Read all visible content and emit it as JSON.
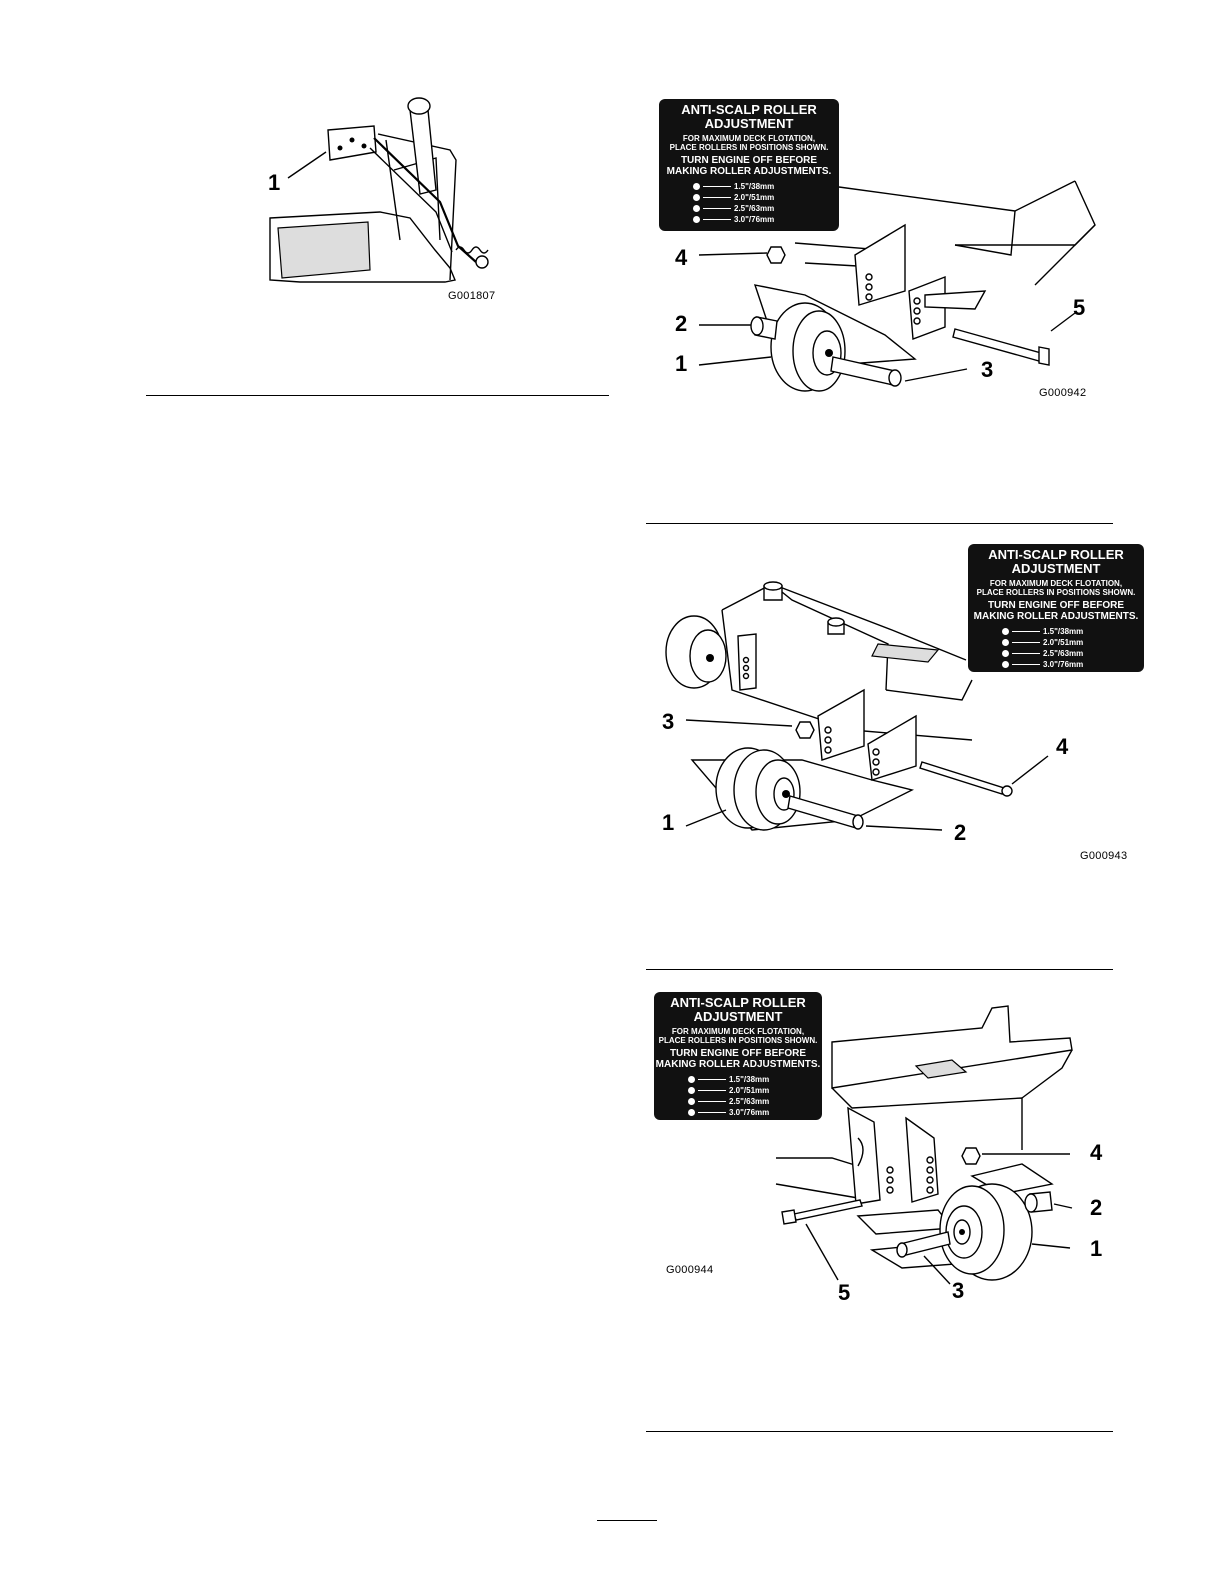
{
  "figures": [
    {
      "id": "G001807",
      "callouts": [
        "1"
      ]
    },
    {
      "id": "G000942",
      "callouts": [
        "1",
        "2",
        "3",
        "4",
        "5"
      ],
      "decal": {
        "title1": "ANTI-SCALP ROLLER",
        "title2": "ADJUSTMENT",
        "line1": "FOR MAXIMUM DECK FLOTATION,",
        "line2": "PLACE ROLLERS IN POSITIONS SHOWN.",
        "line3": "TURN ENGINE OFF BEFORE",
        "line4": "MAKING ROLLER ADJUSTMENTS.",
        "rows": [
          "1.5\"/38mm",
          "2.0\"/51mm",
          "2.5\"/63mm",
          "3.0\"/76mm"
        ]
      }
    },
    {
      "id": "G000943",
      "callouts": [
        "1",
        "2",
        "3",
        "4"
      ],
      "decal": {
        "title1": "ANTI-SCALP ROLLER",
        "title2": "ADJUSTMENT",
        "line1": "FOR MAXIMUM DECK FLOTATION,",
        "line2": "PLACE ROLLERS IN POSITIONS SHOWN.",
        "line3": "TURN ENGINE OFF BEFORE",
        "line4": "MAKING ROLLER ADJUSTMENTS.",
        "rows": [
          "1.5\"/38mm",
          "2.0\"/51mm",
          "2.5\"/63mm",
          "3.0\"/76mm"
        ]
      }
    },
    {
      "id": "G000944",
      "callouts": [
        "1",
        "2",
        "3",
        "4",
        "5"
      ],
      "decal": {
        "title1": "ANTI-SCALP ROLLER",
        "title2": "ADJUSTMENT",
        "line1": "FOR MAXIMUM DECK FLOTATION,",
        "line2": "PLACE ROLLERS IN POSITIONS SHOWN.",
        "line3": "TURN ENGINE OFF BEFORE",
        "line4": "MAKING ROLLER ADJUSTMENTS.",
        "rows": [
          "1.5\"/38mm",
          "2.0\"/51mm",
          "2.5\"/63mm",
          "3.0\"/76mm"
        ]
      }
    }
  ]
}
